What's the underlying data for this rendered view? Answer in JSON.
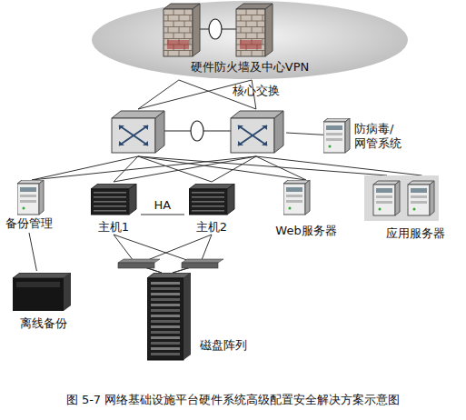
{
  "diagram": {
    "caption": "图 5-7 网络基础设施平台硬件系统高级配置安全解决方案示意图",
    "nodes": [
      {
        "text": [
          "硬件防火墙及中心VPN"
        ]
      },
      {
        "text": [
          "核心交换"
        ]
      },
      {
        "text": [
          "防病毒/ 网管系统"
        ]
      },
      {
        "text": [
          "备份管理"
        ]
      },
      {
        "text": [
          "主机1"
        ]
      },
      {
        "text": [
          "主机2"
        ]
      },
      {
        "text": [
          "Web服务器"
        ]
      },
      {
        "text": [
          "应用服务器"
        ]
      },
      {
        "text": [
          "离线备份"
        ]
      },
      {
        "text": [
          "磁盘阵列"
        ]
      }
    ],
    "edges": [
      {
        "from": 0,
        "to": 1,
        "arrow": "none"
      },
      {
        "from": 1,
        "to": 2,
        "arrow": "none"
      },
      {
        "from": 1,
        "to": 3,
        "arrow": "none"
      },
      {
        "from": 1,
        "to": 4,
        "arrow": "none"
      },
      {
        "from": 1,
        "to": 5,
        "arrow": "none"
      },
      {
        "from": 1,
        "to": 6,
        "arrow": "none"
      },
      {
        "from": 1,
        "to": 7,
        "arrow": "none"
      },
      {
        "from": 4,
        "to": 5,
        "label": "HA",
        "arrow": "none"
      },
      {
        "from": 3,
        "to": 8,
        "arrow": "none"
      },
      {
        "from": 4,
        "to": 9,
        "arrow": "none"
      },
      {
        "from": 5,
        "to": 9,
        "arrow": "none"
      }
    ]
  }
}
